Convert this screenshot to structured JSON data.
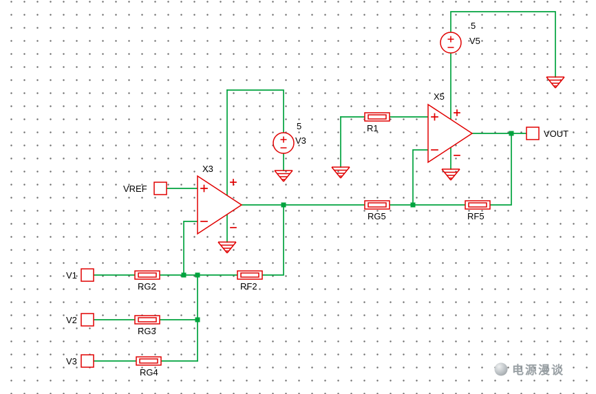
{
  "schematic": {
    "opamps": [
      {
        "name": "X3"
      },
      {
        "name": "X5"
      }
    ],
    "sources": [
      {
        "name": "V3",
        "value": "5"
      },
      {
        "name": "V5",
        "value": "5"
      }
    ],
    "resistors": [
      {
        "name": "R1"
      },
      {
        "name": "RG5"
      },
      {
        "name": "RF5"
      },
      {
        "name": "RG2"
      },
      {
        "name": "RF2"
      },
      {
        "name": "RG3"
      },
      {
        "name": "RG4"
      }
    ],
    "ports": [
      {
        "name": "VREF"
      },
      {
        "name": "V1"
      },
      {
        "name": "V2"
      },
      {
        "name": "V3"
      },
      {
        "name": "VOUT"
      }
    ]
  },
  "colors": {
    "wire": "#00A33E",
    "component": "#E00000",
    "text": "#000000",
    "background": "#FFFFFF",
    "grid_dot": "#707070",
    "watermark": "#8F969B"
  },
  "watermark": {
    "text": "电源漫谈"
  }
}
